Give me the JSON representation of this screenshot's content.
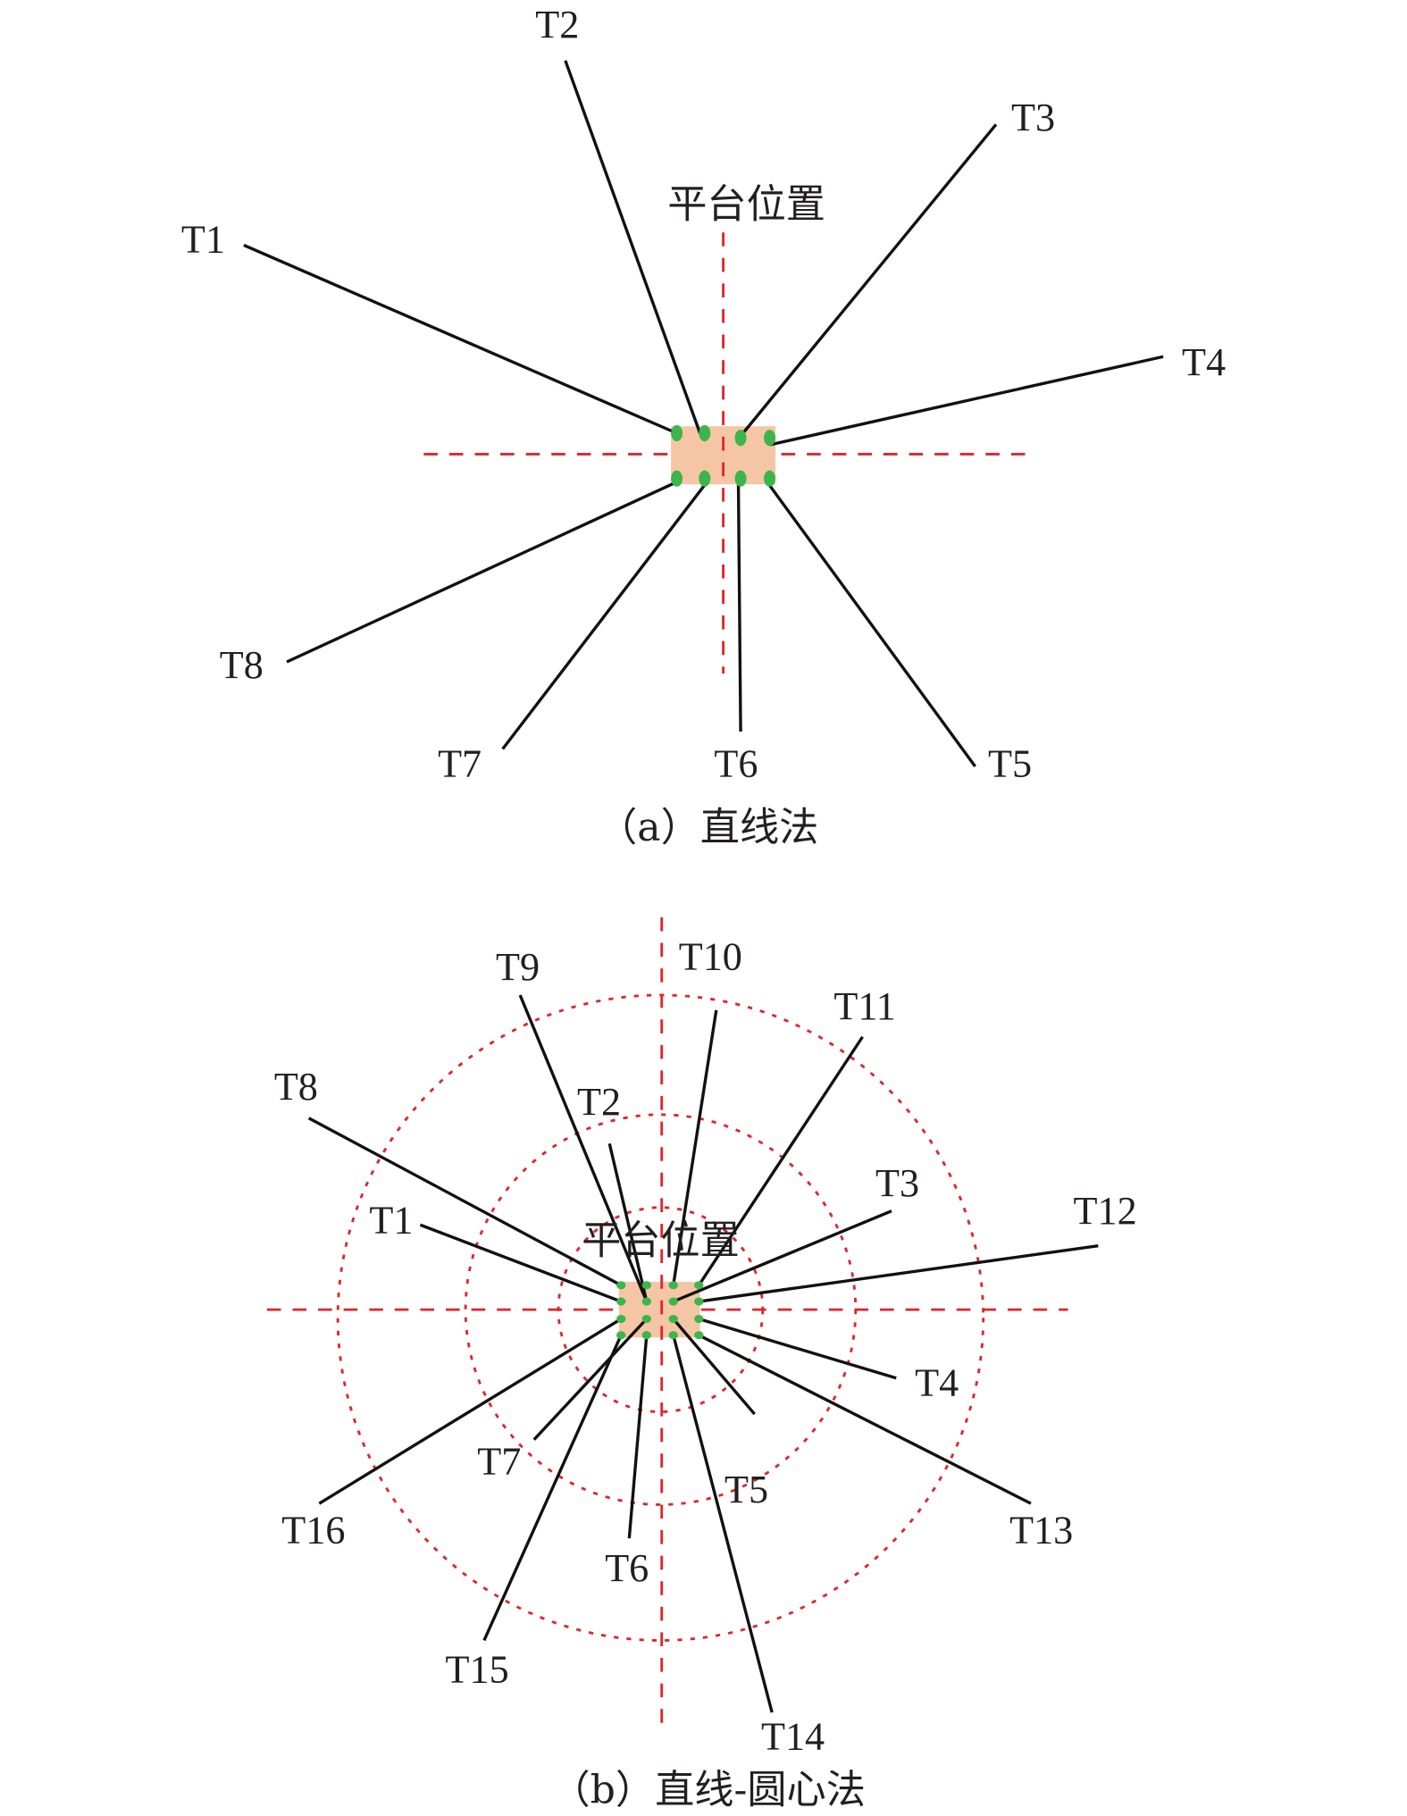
{
  "panel_a": {
    "platform_label": "平台位置",
    "caption": "（a）直线法",
    "targets": [
      "T1",
      "T2",
      "T3",
      "T4",
      "T5",
      "T6",
      "T7",
      "T8"
    ]
  },
  "panel_b": {
    "platform_label": "平台位置",
    "caption": "（b）直线-圆心法",
    "targets": [
      "T1",
      "T2",
      "T3",
      "T4",
      "T5",
      "T6",
      "T7",
      "T8",
      "T9",
      "T10",
      "T11",
      "T12",
      "T13",
      "T14",
      "T15",
      "T16"
    ]
  },
  "colors": {
    "platform": "#f5c6a5",
    "dot": "#3cb54a",
    "axis": "#e0262b",
    "line": "#111111"
  }
}
